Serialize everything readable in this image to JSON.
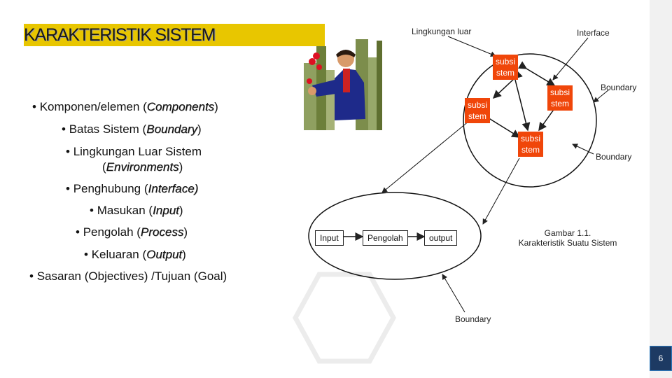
{
  "title": "KARAKTERISTIK SISTEM",
  "bullets": [
    {
      "pre": "Komponen/elemen (",
      "em": "Components",
      "post": ")"
    },
    {
      "pre": "Batas Sistem (",
      "em": "Boundary",
      "post": ")"
    },
    {
      "pre": "Lingkungan Luar Sistem",
      "em": "",
      "post": ""
    },
    {
      "pre": "(",
      "em": "Environments",
      "post": ")"
    },
    {
      "pre": "Penghubung (",
      "em": "Interface)",
      "post": ""
    },
    {
      "pre": "Masukan (",
      "em": "Input",
      "post": ")"
    },
    {
      "pre": "Pengolah (",
      "em": "Process",
      "post": ")"
    },
    {
      "pre": "Keluaran (",
      "em": "Output",
      "post": ")"
    },
    {
      "pre": "Sasaran (Objectives) /Tujuan (Goal)",
      "em": "",
      "post": ""
    }
  ],
  "diagram": {
    "lingkungan_luar": "Lingkungan luar",
    "interface": "Interface",
    "subsistem_1": [
      "subsi",
      "stem"
    ],
    "subsistem_2": [
      "subsi",
      "stem"
    ],
    "subsistem_3": [
      "subsi",
      "stem"
    ],
    "subsistem_4": [
      "subsi",
      "stem"
    ],
    "boundary_1": "Boundary",
    "boundary_2": "Boundary",
    "boundary_3": "Boundary",
    "input": "Input",
    "pengolah": "Pengolah",
    "output": "output",
    "caption": [
      "Gambar 1.1.",
      "Karakteristik Suatu Sistem"
    ]
  },
  "page_number": "6",
  "colors": {
    "title_bar": "#e8c600",
    "node": "#f0460a",
    "page_box": "#1d3a63"
  }
}
